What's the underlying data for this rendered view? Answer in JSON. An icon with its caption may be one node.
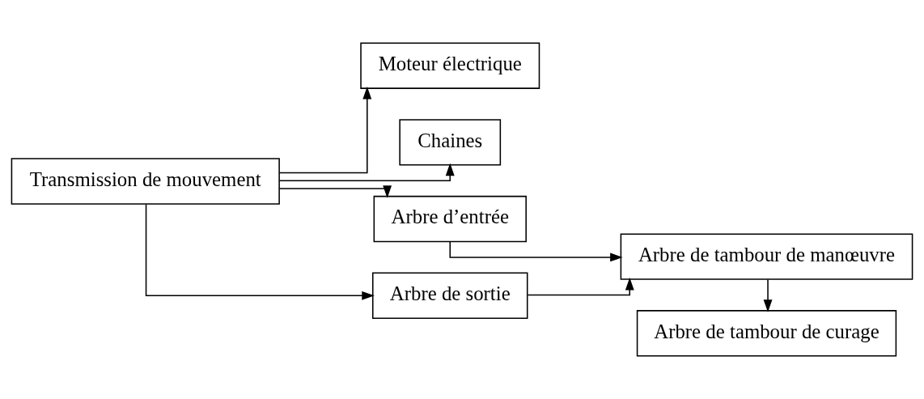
{
  "diagram": {
    "nodes": [
      {
        "text": [
          "Transmission de mouvement"
        ]
      },
      {
        "text": [
          "Moteur électrique"
        ]
      },
      {
        "text": [
          "Chaines"
        ]
      },
      {
        "text": [
          "Arbre d’entrée"
        ]
      },
      {
        "text": [
          "Arbre de sortie"
        ]
      },
      {
        "text": [
          "Arbre de tambour de manœuvre"
        ]
      },
      {
        "text": [
          "Arbre de tambour de curage"
        ]
      }
    ],
    "edges": [
      {
        "from": 0,
        "to": 1,
        "arrow": "to"
      },
      {
        "from": 0,
        "to": 2,
        "arrow": "to"
      },
      {
        "from": 0,
        "to": 3,
        "arrow": "to"
      },
      {
        "from": 0,
        "to": 4,
        "arrow": "to"
      },
      {
        "from": 3,
        "to": 5,
        "arrow": "to"
      },
      {
        "from": 4,
        "to": 5,
        "arrow": "to"
      },
      {
        "from": 5,
        "to": 6,
        "arrow": "to"
      }
    ]
  }
}
